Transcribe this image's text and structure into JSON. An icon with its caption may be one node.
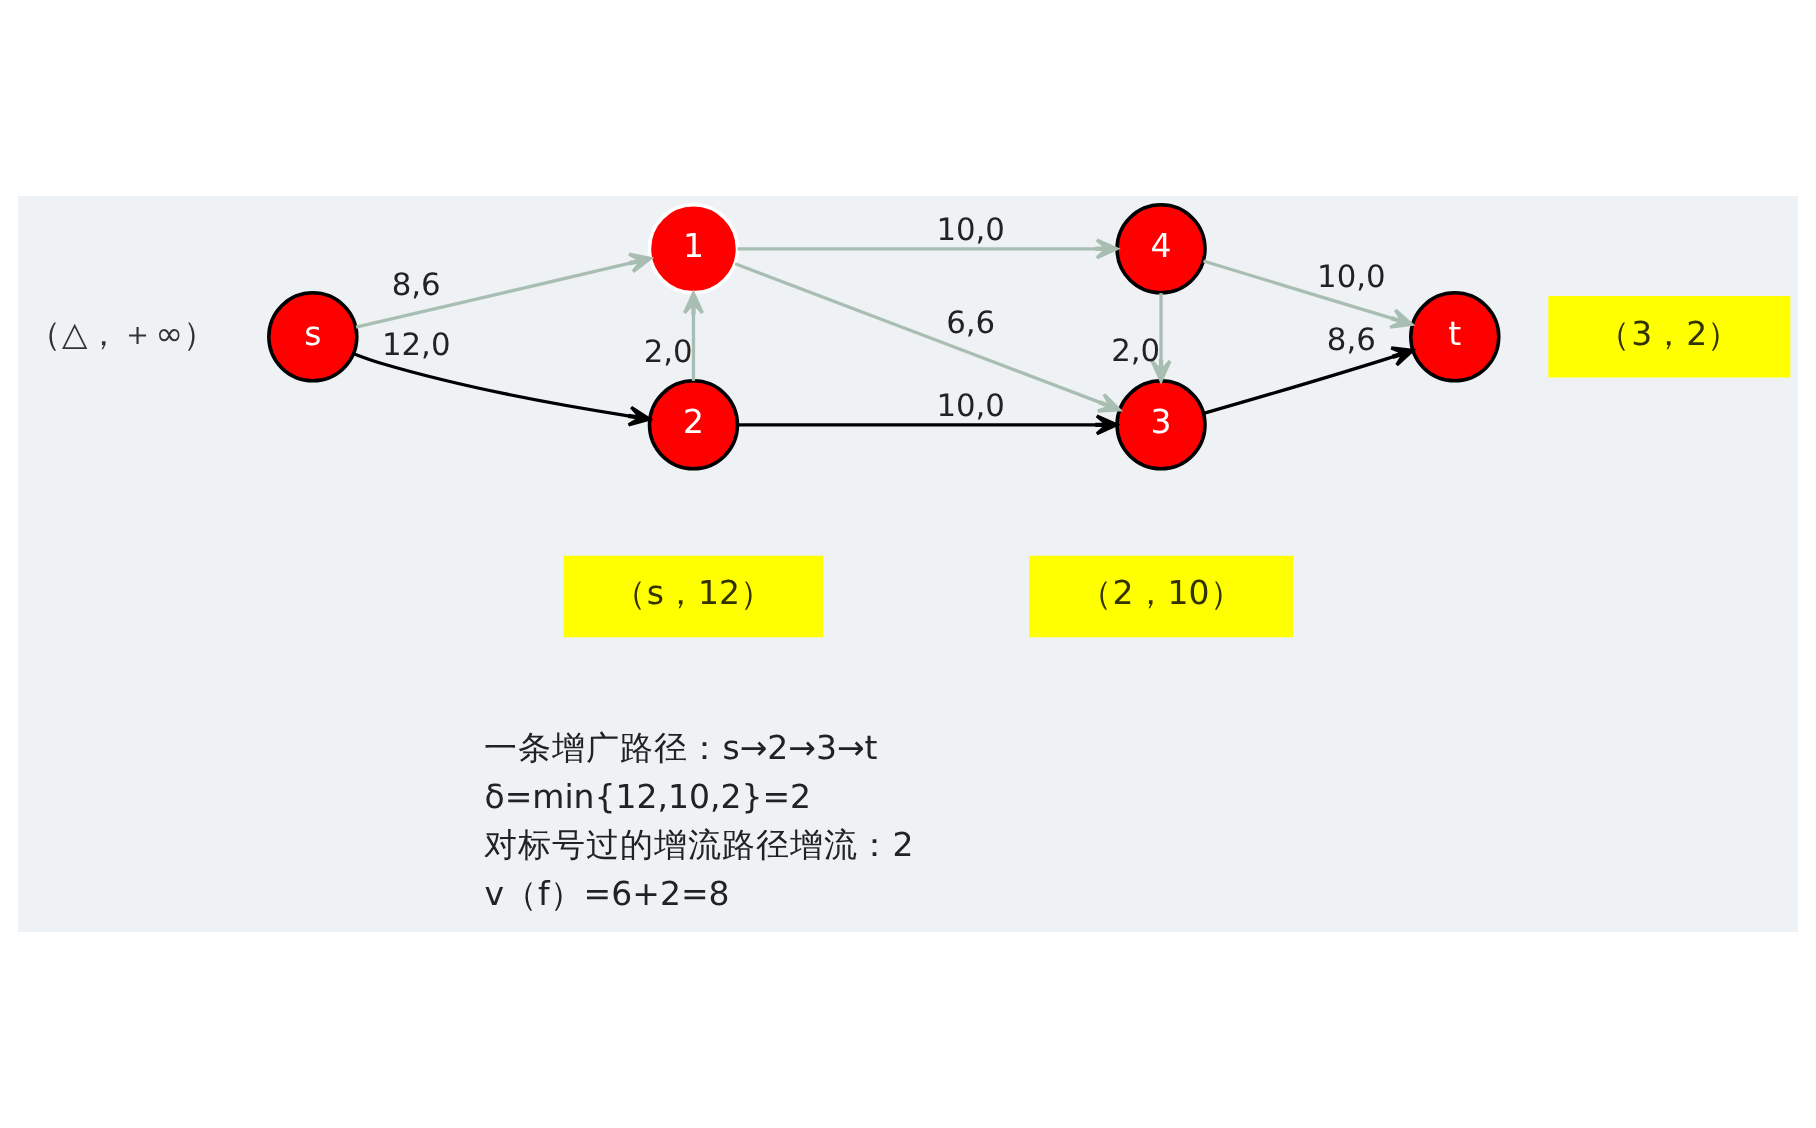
{
  "diagram": {
    "nodes": [
      {
        "text": [
          "1"
        ]
      },
      {
        "text": [
          "4"
        ]
      },
      {
        "text": [
          "s"
        ],
        "beside": [
          "（△，＋∞）"
        ]
      },
      {
        "text": [
          "t"
        ],
        "beside": [
          "（3，2）"
        ]
      },
      {
        "text": [
          "2"
        ],
        "beside": [
          "（s，12）"
        ]
      },
      {
        "text": [
          "3"
        ],
        "beside": [
          "（2，10）"
        ]
      }
    ],
    "edges": [
      {
        "from": 2,
        "to": 0,
        "arrow": "to",
        "label": "8,6"
      },
      {
        "from": 0,
        "to": 1,
        "arrow": "to",
        "label": "10,0"
      },
      {
        "from": 2,
        "to": 4,
        "arrow": "to",
        "label": "12,0",
        "color": "#000000"
      },
      {
        "from": 4,
        "to": 0,
        "arrow": "to",
        "label": "2,0"
      },
      {
        "from": 0,
        "to": 5,
        "arrow": "to",
        "label": "6,6"
      },
      {
        "from": 1,
        "to": 5,
        "arrow": "to",
        "label": "2,0"
      },
      {
        "from": 1,
        "to": 3,
        "arrow": "to",
        "label": "10,0"
      },
      {
        "from": 4,
        "to": 5,
        "arrow": "to",
        "label": "10,0",
        "color": "#000000"
      },
      {
        "from": 5,
        "to": 3,
        "arrow": "to",
        "label": "8,6",
        "color": "#000000"
      }
    ],
    "labels": [
      "一条增广路径：s→2→3→t",
      "δ=min{12,10,2}=2",
      "对标号过的增流路径增流：2",
      "v（f）=6+2=8"
    ]
  }
}
